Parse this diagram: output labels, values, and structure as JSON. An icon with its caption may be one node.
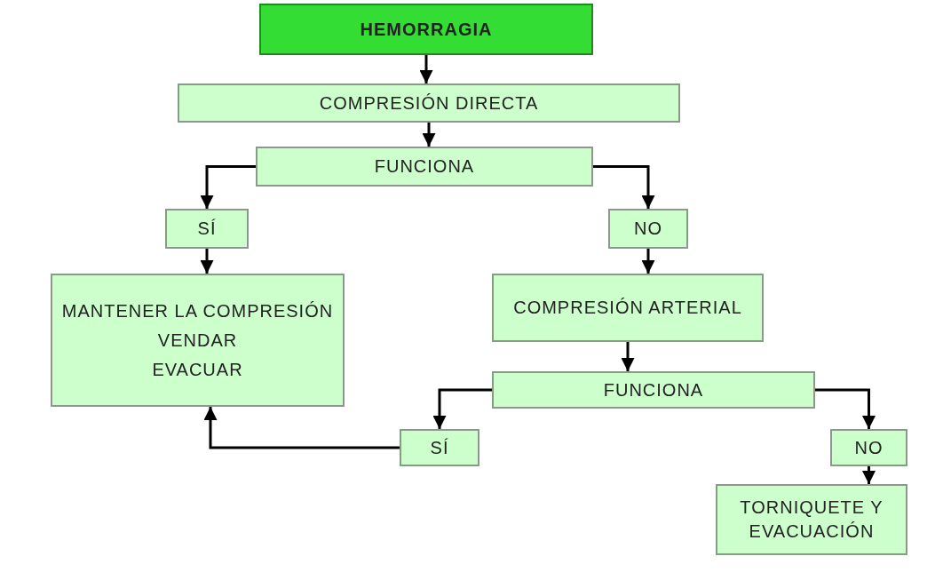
{
  "diagram": {
    "nodes": [
      {
        "text": [
          "HEMORRAGIA"
        ]
      },
      {
        "text": [
          "COMPRESIÓN DIRECTA"
        ]
      },
      {
        "text": [
          "FUNCIONA"
        ]
      },
      {
        "text": [
          "SÍ"
        ]
      },
      {
        "text": [
          "NO"
        ]
      },
      {
        "text": [
          "MANTENER LA COMPRESIÓN",
          "VENDAR",
          "EVACUAR"
        ]
      },
      {
        "text": [
          "COMPRESIÓN ARTERIAL"
        ]
      },
      {
        "text": [
          "FUNCIONA"
        ]
      },
      {
        "text": [
          "SÍ"
        ]
      },
      {
        "text": [
          "NO"
        ]
      },
      {
        "text": [
          "TORNIQUETE Y EVACUACIÓN"
        ]
      }
    ],
    "edges": [
      {
        "from": 0,
        "to": 1,
        "arrow": "to"
      },
      {
        "from": 1,
        "to": 2,
        "arrow": "to"
      },
      {
        "from": 2,
        "to": 3,
        "arrow": "to"
      },
      {
        "from": 2,
        "to": 4,
        "arrow": "to"
      },
      {
        "from": 3,
        "to": 5,
        "arrow": "to"
      },
      {
        "from": 4,
        "to": 6,
        "arrow": "to"
      },
      {
        "from": 6,
        "to": 7,
        "arrow": "to"
      },
      {
        "from": 7,
        "to": 8,
        "arrow": "to"
      },
      {
        "from": 7,
        "to": 9,
        "arrow": "to"
      },
      {
        "from": 8,
        "to": 5,
        "arrow": "to"
      },
      {
        "from": 9,
        "to": 10,
        "arrow": "to"
      }
    ]
  }
}
